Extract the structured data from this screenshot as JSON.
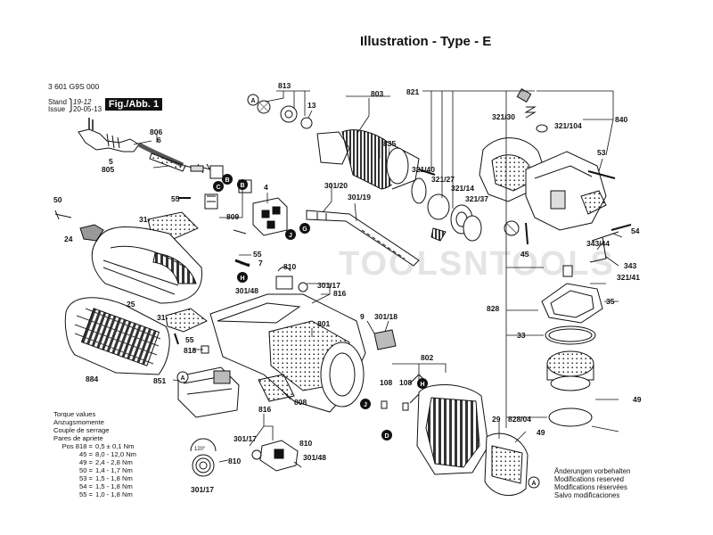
{
  "title": "Illustration - Type - E",
  "doc_number": "3 601 G9S 000",
  "stand_label": "Stand",
  "issue_label": "Issue",
  "revision_code": "19-12",
  "issue_date": "20-05-13",
  "figure_label": "Fig./Abb. 1",
  "part_labels": {
    "p813": "813",
    "p13": "13",
    "p803": "803",
    "p821": "821",
    "p806": "806",
    "p6": "6",
    "p5": "5",
    "p805": "805",
    "p835": "835",
    "p32130": "321/30",
    "p321104": "321/104",
    "p840": "840",
    "p53": "53",
    "p32140": "321/40",
    "p32127": "321/27",
    "p32114": "321/14",
    "p32137": "321/37",
    "p30120": "301/20",
    "p30119": "301/19",
    "p50": "50",
    "p55a": "55",
    "p4": "4",
    "p809": "809",
    "p31a": "31",
    "p24": "24",
    "p55b": "55",
    "p7": "7",
    "p810a": "810",
    "p30148a": "301/48",
    "p30117a": "301/17",
    "p816a": "816",
    "p25": "25",
    "p54": "54",
    "p34344": "343/44",
    "p45": "45",
    "p343": "343",
    "p32141": "321/41",
    "p35": "35",
    "p828": "828",
    "p33": "33",
    "p31b": "31",
    "p55c": "55",
    "p801": "801",
    "p9": "9",
    "p30118": "301/18",
    "p884": "884",
    "p818": "818",
    "p851": "851",
    "p802": "802",
    "p108a": "108",
    "p108b": "108",
    "p808": "808",
    "p49a": "49",
    "p29": "29",
    "p82804": "828/04",
    "p49b": "49",
    "p816b": "816",
    "p30117b": "301/17",
    "p810b": "810",
    "p30148b": "301/48",
    "p810c": "810",
    "p30117c": "301/17",
    "p120": "120°"
  },
  "callout_letters": {
    "a1": "A",
    "b1": "B",
    "c1": "C",
    "b2": "B",
    "j1": "J",
    "g1": "G",
    "h1": "H",
    "a2": "A",
    "j2": "J",
    "h2": "H",
    "d1": "D",
    "a3": "A"
  },
  "torque_table": {
    "headers": [
      "Torque values",
      "Anzugsmomente",
      "Couple de serrage",
      "Pares de apriete"
    ],
    "rows": [
      {
        "pos": "Pos 818 =",
        "value": "0,5 ± 0,1 Nm"
      },
      {
        "pos": "45 =",
        "value": "8,0 - 12,0 Nm"
      },
      {
        "pos": "49 =",
        "value": "2,4 - 2,8 Nm"
      },
      {
        "pos": "50 =",
        "value": "1,4 - 1,7 Nm"
      },
      {
        "pos": "53 =",
        "value": "1,5 - 1,8 Nm"
      },
      {
        "pos": "54 =",
        "value": "1,5 - 1,8 Nm"
      },
      {
        "pos": "55 =",
        "value": "1,0 - 1,8 Nm"
      }
    ]
  },
  "notice_lines": [
    "Änderungen vorbehalten",
    "Modifications reserved",
    "Modifications réservées",
    "Salvo modificaciones"
  ],
  "watermark": "TOOLSNTOOLS"
}
